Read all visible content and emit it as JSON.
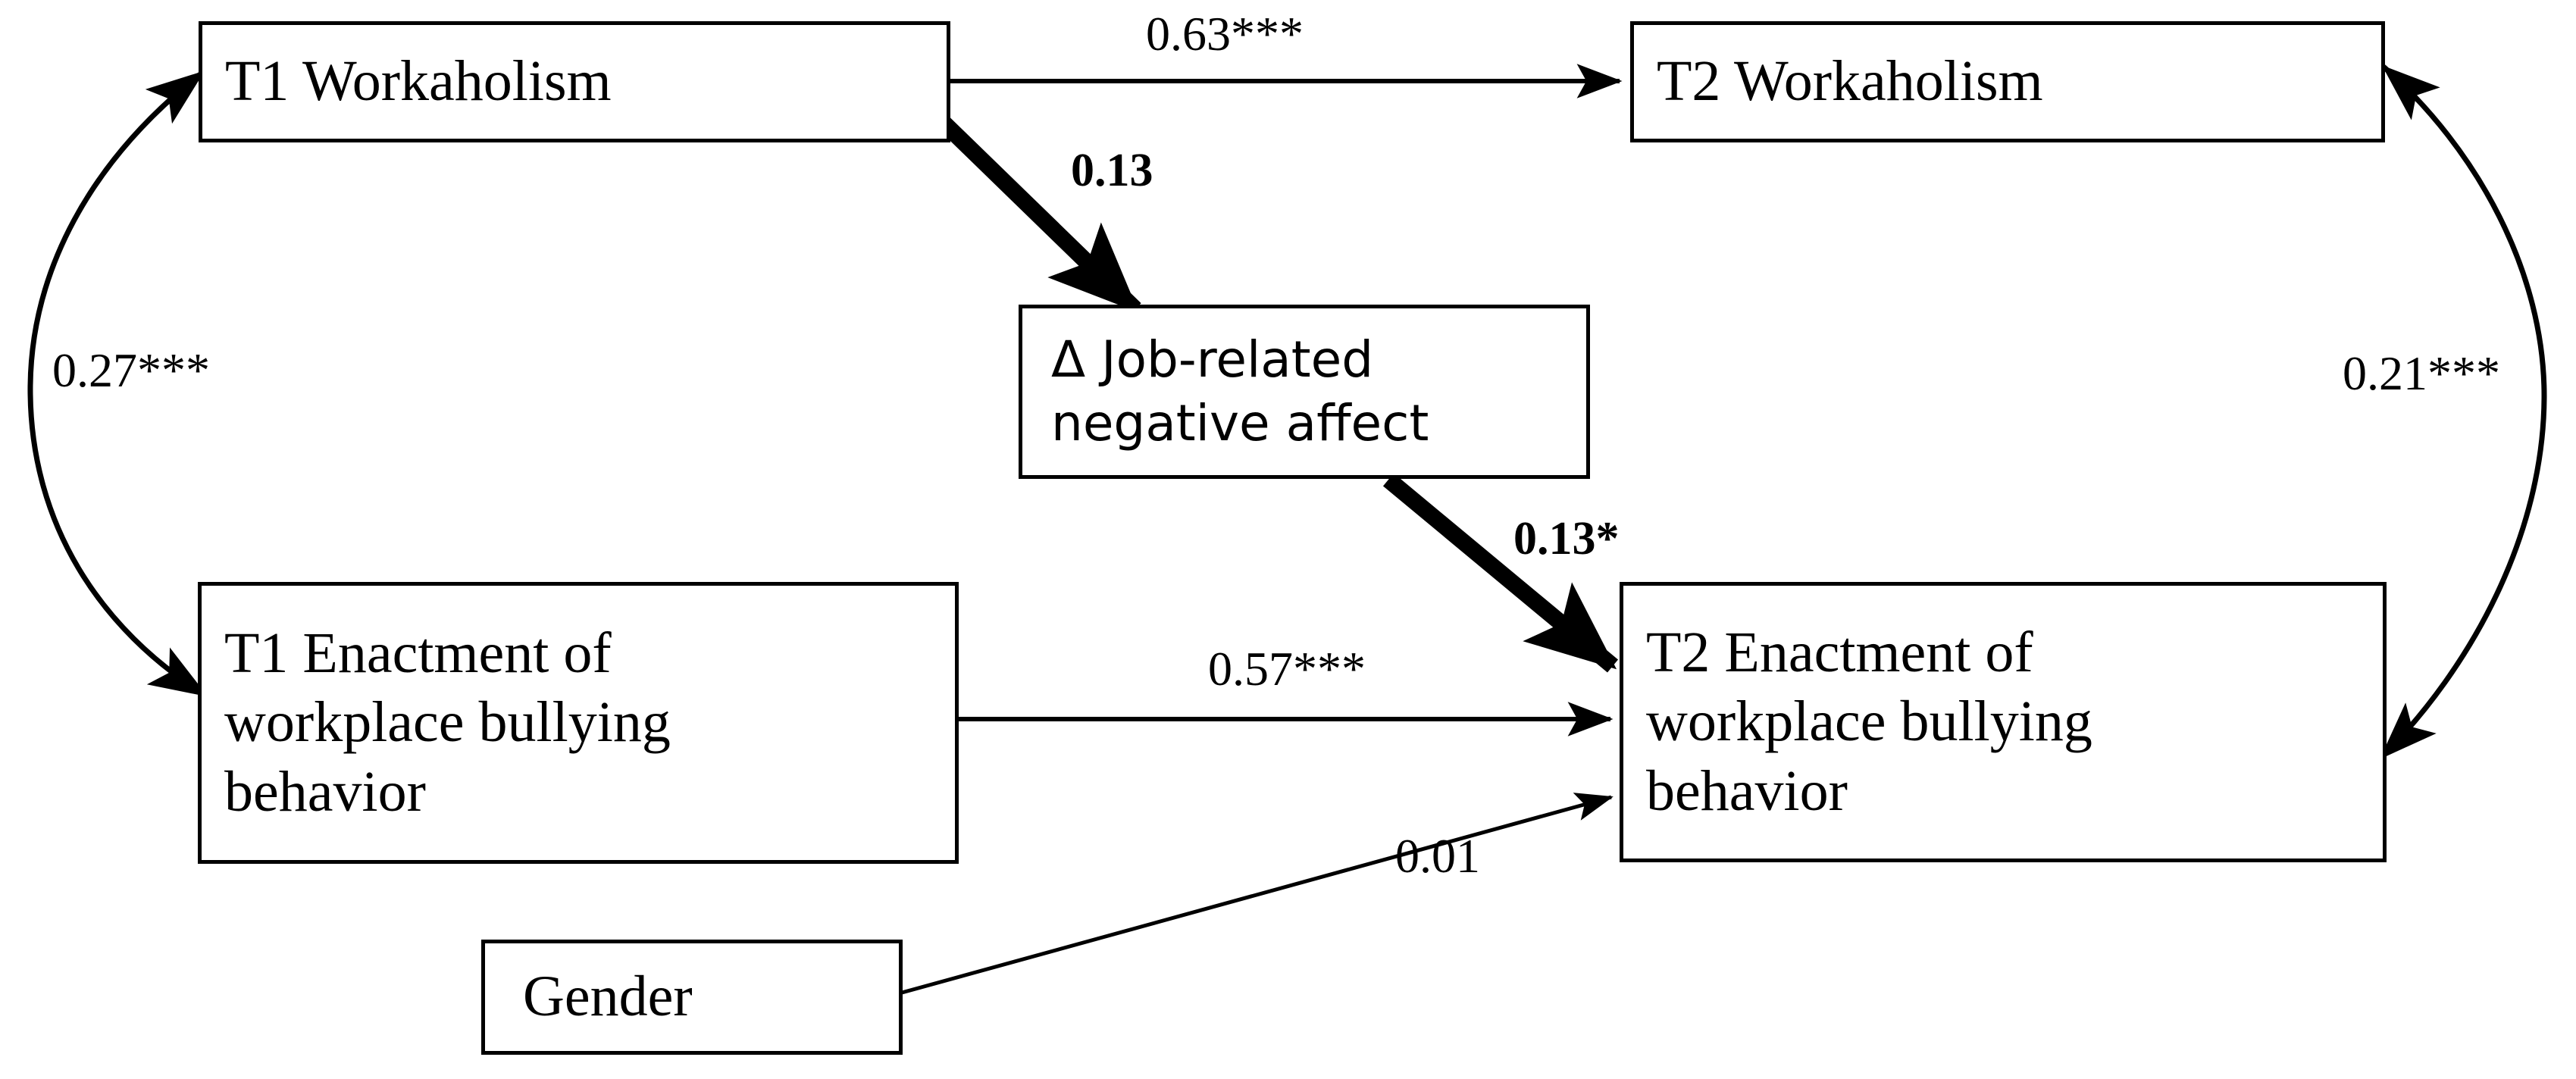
{
  "diagram": {
    "type": "path-diagram",
    "background": "#ffffff",
    "stroke_color": "#000000",
    "nodes": [
      {
        "id": "t1_workaholism",
        "label": "T1 Workaholism"
      },
      {
        "id": "t2_workaholism",
        "label": "T2 Workaholism"
      },
      {
        "id": "job_affect",
        "label": "Δ Job-related\nnegative affect"
      },
      {
        "id": "t1_bullying",
        "label": "T1 Enactment of\nworkplace bullying\nbehavior"
      },
      {
        "id": "t2_bullying",
        "label": "T2 Enactment of\nworkplace bullying\nbehavior"
      },
      {
        "id": "gender",
        "label": "Gender"
      }
    ],
    "edges": [
      {
        "id": "e_t1w_t2w",
        "from": "t1_workaholism",
        "to": "t2_workaholism",
        "label": "0.63***",
        "style": "thin",
        "arrow": "single"
      },
      {
        "id": "e_t1w_affect",
        "from": "t1_workaholism",
        "to": "job_affect",
        "label": "0.13",
        "style": "thick",
        "arrow": "single",
        "bold_label": true
      },
      {
        "id": "e_affect_t2b",
        "from": "job_affect",
        "to": "t2_bullying",
        "label": "0.13*",
        "style": "thick",
        "arrow": "single",
        "bold_label": true
      },
      {
        "id": "e_t1b_t2b",
        "from": "t1_bullying",
        "to": "t2_bullying",
        "label": "0.57***",
        "style": "thin",
        "arrow": "single"
      },
      {
        "id": "e_gender_t2b",
        "from": "gender",
        "to": "t2_bullying",
        "label": "0.01",
        "style": "thin",
        "arrow": "single"
      },
      {
        "id": "e_t1w_t1b",
        "from": "t1_workaholism",
        "to": "t1_bullying",
        "label": "0.27***",
        "style": "thin",
        "arrow": "double",
        "shape": "curve-left"
      },
      {
        "id": "e_t2w_t2b",
        "from": "t2_workaholism",
        "to": "t2_bullying",
        "label": "0.21***",
        "style": "thin",
        "arrow": "double",
        "shape": "curve-right"
      }
    ]
  }
}
